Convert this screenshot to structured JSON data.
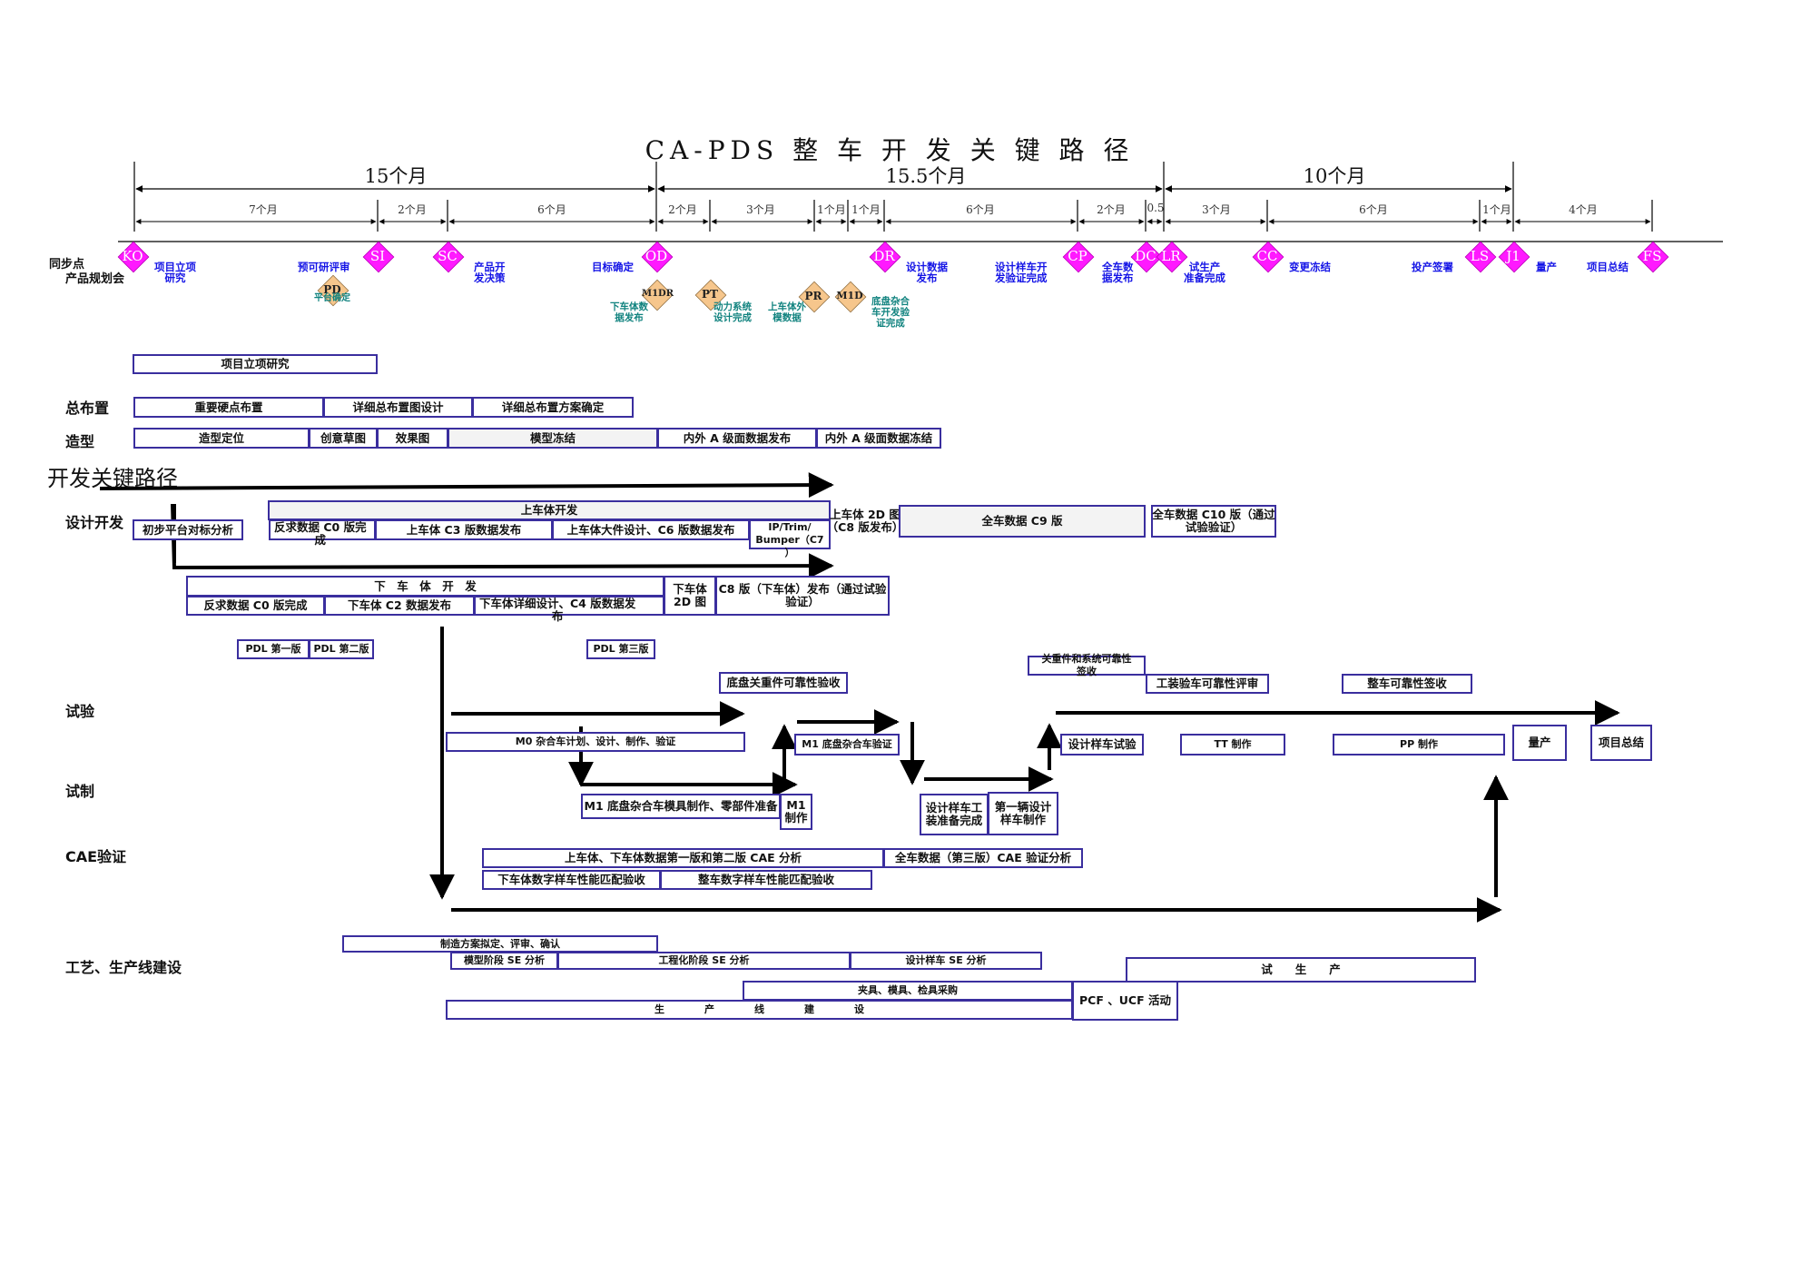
{
  "title": "CA-PDS 整 车 开 发 关 键 路 径",
  "phases": [
    {
      "label": "15个月"
    },
    {
      "label": "15.5个月"
    },
    {
      "label": "10个月"
    }
  ],
  "subphases": [
    {
      "label": "7个月"
    },
    {
      "label": "2个月"
    },
    {
      "label": "6个月"
    },
    {
      "label": "2个月"
    },
    {
      "label": "3个月"
    },
    {
      "label": "1个月"
    },
    {
      "label": "1个月"
    },
    {
      "label": "6个月"
    },
    {
      "label": "2个月"
    },
    {
      "label": "0.5"
    },
    {
      "label": "3个月"
    },
    {
      "label": "6个月"
    },
    {
      "label": "1个月"
    },
    {
      "label": "4个月"
    }
  ],
  "sync_label": "同步点",
  "planning_label": "产品规划会",
  "milestones": [
    {
      "code": "KO",
      "kind": "main",
      "label": "项目立项\n研究"
    },
    {
      "code": "SI",
      "kind": "main",
      "label": "预可研评审"
    },
    {
      "code": "SC",
      "kind": "main",
      "label": "产品开\n发决策"
    },
    {
      "code": "OD",
      "kind": "main",
      "label": "目标确定"
    },
    {
      "code": "DR",
      "kind": "main",
      "label": "设计数据\n发布"
    },
    {
      "code": "CP",
      "kind": "main",
      "label": "设计样车开\n发验证完成"
    },
    {
      "code": "DC",
      "kind": "main",
      "label": "全车数\n据发布"
    },
    {
      "code": "LR",
      "kind": "main",
      "label": "试生产\n准备完成"
    },
    {
      "code": "CC",
      "kind": "main",
      "label": "变更冻结"
    },
    {
      "code": "LS",
      "kind": "main",
      "label": "投产签署"
    },
    {
      "code": "J1",
      "kind": "main",
      "label": "量产"
    },
    {
      "code": "FS",
      "kind": "main",
      "label": "项目总结"
    },
    {
      "code": "PD",
      "kind": "sub",
      "label": "平台确定"
    },
    {
      "code": "M1DR",
      "kind": "sub",
      "label": "下车体数\n据发布"
    },
    {
      "code": "PT",
      "kind": "sub",
      "label": "动力系统\n设计完成"
    },
    {
      "code": "PR",
      "kind": "sub",
      "label": "上车体外\n模数据"
    },
    {
      "code": "M1D",
      "kind": "sub",
      "label": "底盘杂合\n车开发验\n证完成"
    }
  ],
  "row_labels": {
    "layout": "总布置",
    "styling": "造型",
    "key_path": "开发关键路径",
    "design": "设计开发",
    "test": "试验",
    "trial": "试制",
    "cae": "CAE验证",
    "process": "工艺、生产线建设"
  },
  "tasks": [
    {
      "label": "项目立项研究"
    },
    {
      "label": "重要硬点布置"
    },
    {
      "label": "详细总布置图设计"
    },
    {
      "label": "详细总布置方案确定"
    },
    {
      "label": "造型定位"
    },
    {
      "label": "创意草图"
    },
    {
      "label": "效果图"
    },
    {
      "label": "模型冻结"
    },
    {
      "label": "内外 A 级面数据发布"
    },
    {
      "label": "内外 A 级面数据冻结"
    },
    {
      "label": "上车体开发"
    },
    {
      "label": "初步平台对标分析"
    },
    {
      "label": "反求数据 C0 版完\n成"
    },
    {
      "label": "上车体 C3 版数据发布"
    },
    {
      "label": "上车体大件设计、C6 版数据发布"
    },
    {
      "label": "IP/Trim/\nBumper（C7\n）"
    },
    {
      "label": "上车体 2D 图\n（C8 版发布）"
    },
    {
      "label": "全车数据 C9 版"
    },
    {
      "label": "全车数据 C10 版（通过\n试验验证）"
    },
    {
      "label": "下　车　体　开　发"
    },
    {
      "label": "反求数据 C0 版完成"
    },
    {
      "label": "下车体 C2 数据发布"
    },
    {
      "label": "下车体详细设计、C4 版数据发\n布"
    },
    {
      "label": "下车体\n2D 图"
    },
    {
      "label": "C8 版（下车体）发布（通过试验\n验证）"
    },
    {
      "label": "PDL 第一版"
    },
    {
      "label": "PDL 第二版"
    },
    {
      "label": "PDL 第三版"
    },
    {
      "label": "底盘关重件可靠性验收"
    },
    {
      "label": "关重件和系统可靠性\n签收"
    },
    {
      "label": "工装验车可靠性评审"
    },
    {
      "label": "整车可靠性签收"
    },
    {
      "label": "M0 杂合车计划、设计、制作、验证"
    },
    {
      "label": "M1 底盘杂合车验证"
    },
    {
      "label": "设计样车试验"
    },
    {
      "label": "TT 制作"
    },
    {
      "label": "PP 制作"
    },
    {
      "label": "量产"
    },
    {
      "label": "项目总结"
    },
    {
      "label": "M1 底盘杂合车模具制作、零部件准备"
    },
    {
      "label": "M1\n制作"
    },
    {
      "label": "设计样车工\n装准备完成"
    },
    {
      "label": "第一辆设计\n样车制作"
    },
    {
      "label": "上车体、下车体数据第一版和第二版 CAE 分析"
    },
    {
      "label": "全车数据（第三版）CAE 验证分析"
    },
    {
      "label": "下车体数字样车性能匹配验收"
    },
    {
      "label": "整车数字样车性能匹配验收"
    },
    {
      "label": "制造方案拟定、评审、确认"
    },
    {
      "label": "模型阶段 SE 分析"
    },
    {
      "label": "工程化阶段 SE 分析"
    },
    {
      "label": "设计样车 SE 分析"
    },
    {
      "label": "试　　生　　产"
    },
    {
      "label": "夹具、模具、检具采购"
    },
    {
      "label": "PCF 、UCF 活动"
    },
    {
      "label": "生　　　　产　　　　线　　　　建　　　　设"
    }
  ]
}
